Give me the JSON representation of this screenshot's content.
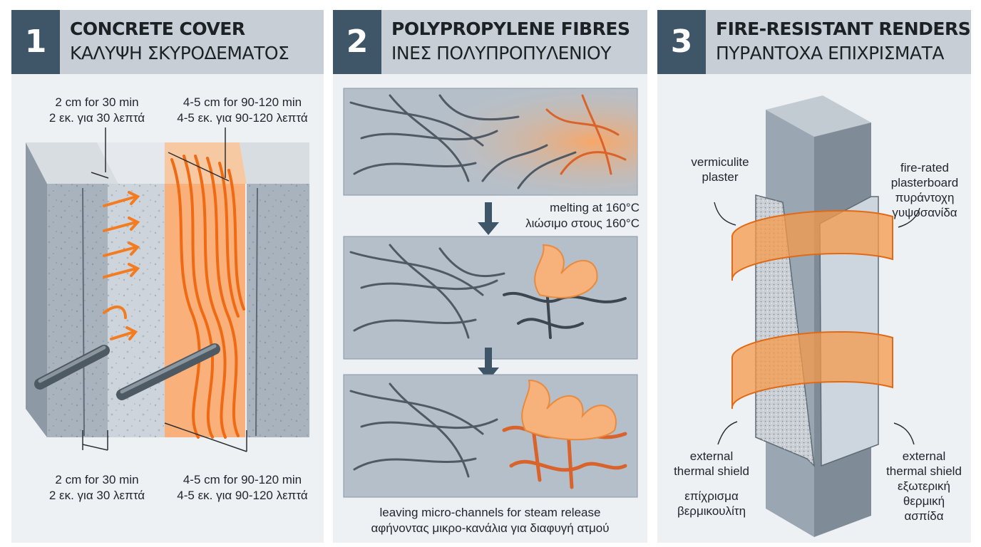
{
  "panels": [
    {
      "number": "1",
      "title_en": "CONCRETE COVER",
      "title_gr": "ΚΑΛΥΨΗ ΣΚΥΡΟΔΕΜΑΤΟΣ",
      "labels": {
        "top_left_en": "2 cm for 30 min",
        "top_left_gr": "2 εκ. για 30 λεπτά",
        "top_right_en": "4-5 cm for 90-120 min",
        "top_right_gr": "4-5 εκ. για 90-120 λεπτά",
        "bottom_left_en": "2 cm for 30 min",
        "bottom_left_gr": "2 εκ. για 30 λεπτά",
        "bottom_right_en": "4-5 cm for 90-120 min",
        "bottom_right_gr": "4-5 εκ. για 90-120 λεπτά"
      }
    },
    {
      "number": "2",
      "title_en": "POLYPROPYLENE FIBRES",
      "title_gr": "ΙΝΕΣ ΠΟΛΥΠΡΟΠΥΛΕΝΙΟΥ",
      "labels": {
        "melt_en": "melting at 160°C",
        "melt_gr": "λιώσιμο στους 160°C",
        "channels_en": "leaving micro-channels for steam release",
        "channels_gr": "αφήνοντας μικρο-κανάλια για διαφυγή ατμού"
      }
    },
    {
      "number": "3",
      "title_en": "FIRE-RESISTANT RENDERS",
      "title_gr": "ΠΥΡΑΝΤΟΧΑ ΕΠΙΧΡΙΣΜΑΤΑ",
      "labels": {
        "vermiculite_en_1": "vermiculite",
        "vermiculite_en_2": "plaster",
        "plasterboard_en_1": "fire-rated",
        "plasterboard_en_2": "plasterboard",
        "plasterboard_gr_1": "πυράντοχη",
        "plasterboard_gr_2": "γυψοσανίδα",
        "shield_left_en_1": "external",
        "shield_left_en_2": "thermal shield",
        "vermiculite_gr_1": "επίχρισμα",
        "vermiculite_gr_2": "βερμικουλίτη",
        "shield_right_en_1": "external",
        "shield_right_en_2": "thermal shield",
        "shield_right_gr_1": "εξωτερική",
        "shield_right_gr_2": "θερμική",
        "shield_right_gr_3": "ασπίδα"
      }
    }
  ],
  "colors": {
    "header_number_bg": "#3f5669",
    "header_bg": "#c8ced6",
    "panel_bg": "#eef1f4",
    "concrete": "#a7b2bd",
    "heat_orange": "#f47c20",
    "heat_zone": "#f9b07a"
  }
}
